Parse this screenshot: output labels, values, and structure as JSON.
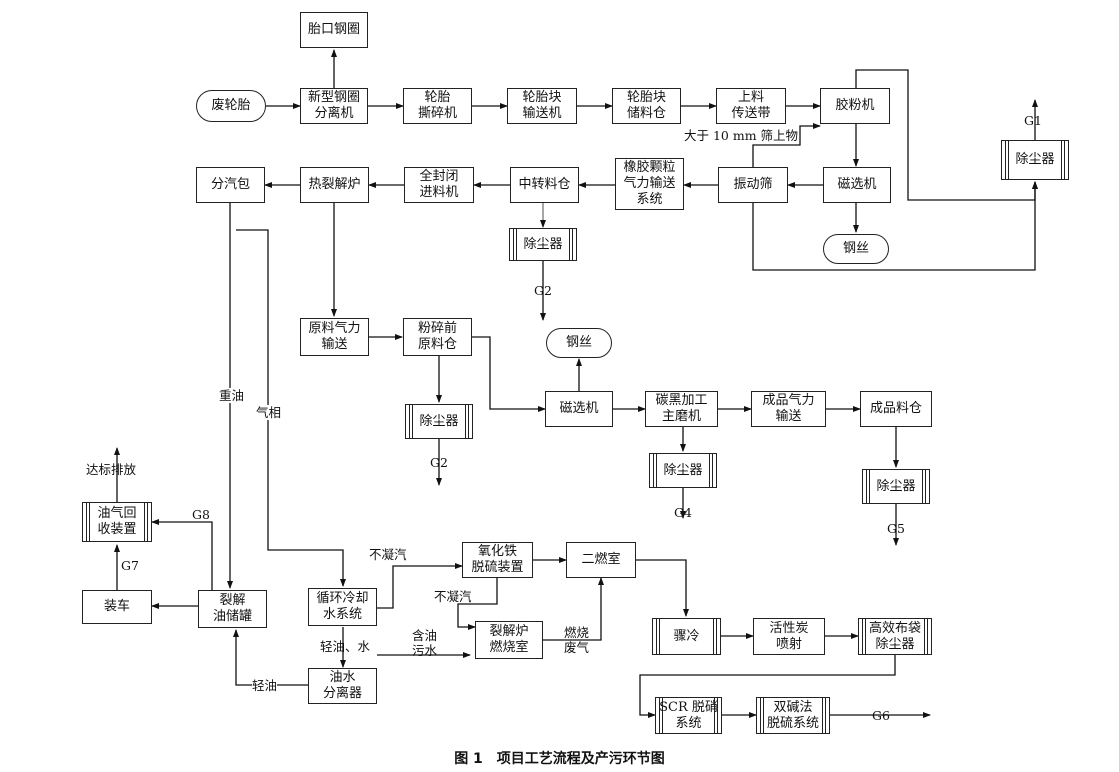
{
  "caption": "图 1　项目工艺流程及产污环节图",
  "nodes": {
    "tire_rim": "胎口钢圈",
    "waste_tire": "废轮胎",
    "separator": "新型钢圈\n分离机",
    "shredder": "轮胎\n撕碎机",
    "block_conveyor": "轮胎块\n输送机",
    "block_bin": "轮胎块\n储料仓",
    "belt": "上料\n传送带",
    "rubber_mill": "胶粉机",
    "dust_g1": "除尘器",
    "steam_drum": "分汽包",
    "pyrolysis": "热裂解炉",
    "sealed_feeder": "全封闭\n进料机",
    "transfer_bin": "中转料仓",
    "pneumatic_rubber": "橡胶颗粒\n气力输送\n系统",
    "vib_screen": "振动筛",
    "mag_sep1": "磁选机",
    "dust_g2a": "除尘器",
    "steel_wire1": "钢丝",
    "raw_pneumatic": "原料气力\n输送",
    "pre_crush_bin": "粉碎前\n原料仓",
    "steel_wire2": "钢丝",
    "mag_sep2": "磁选机",
    "grinder": "碳黑加工\n主磨机",
    "product_pneumatic": "成品气力\n输送",
    "product_bin": "成品料仓",
    "dust_g2b": "除尘器",
    "dust_g4": "除尘器",
    "dust_g5": "除尘器",
    "vapor_recovery": "油气回\n收装置",
    "loading": "装车",
    "oil_tank": "裂解\n油储罐",
    "cooling": "循环冷却\n水系统",
    "iron_oxide": "氧化铁\n脱硫装置",
    "second_chamber": "二燃室",
    "pyro_combustion": "裂解炉\n燃烧室",
    "oil_water_sep": "油水\n分离器",
    "quench": "骤冷",
    "activated_carbon": "活性炭\n喷射",
    "bag_filter": "高效布袋\n除尘器",
    "scr": "SCR 脱硝\n系统",
    "dual_alkali": "双碱法\n脱硫系统"
  },
  "labels": {
    "g1": "G1",
    "screen_over": "大于 10 mm 筛上物",
    "g2a": "G2",
    "g2b": "G2",
    "g4": "G4",
    "g5": "G5",
    "g6": "G6",
    "g7": "G7",
    "g8": "G8",
    "emission": "达标排放",
    "heavy_oil": "重油",
    "gas_phase": "气相",
    "non_condensable1": "不凝汽",
    "non_condensable2": "不凝汽",
    "light_oil_water": "轻油、水",
    "oily_wastewater": "含油\n污水",
    "combustion_gas": "燃烧\n废气",
    "light_oil": "轻油"
  }
}
